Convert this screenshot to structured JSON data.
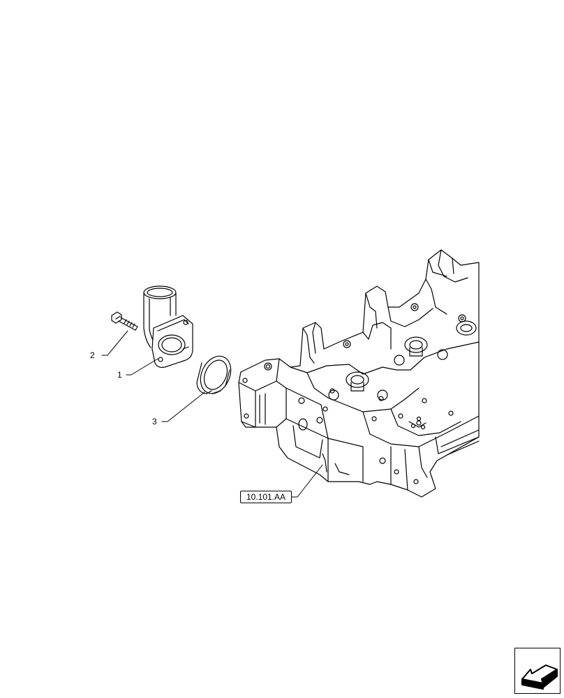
{
  "callouts": [
    {
      "id": "1",
      "label": "1"
    },
    {
      "id": "2",
      "label": "2"
    },
    {
      "id": "3",
      "label": "3"
    }
  ],
  "reference": {
    "label": "10.101.AA"
  },
  "navigation": {
    "icon": "arrow-icon"
  }
}
